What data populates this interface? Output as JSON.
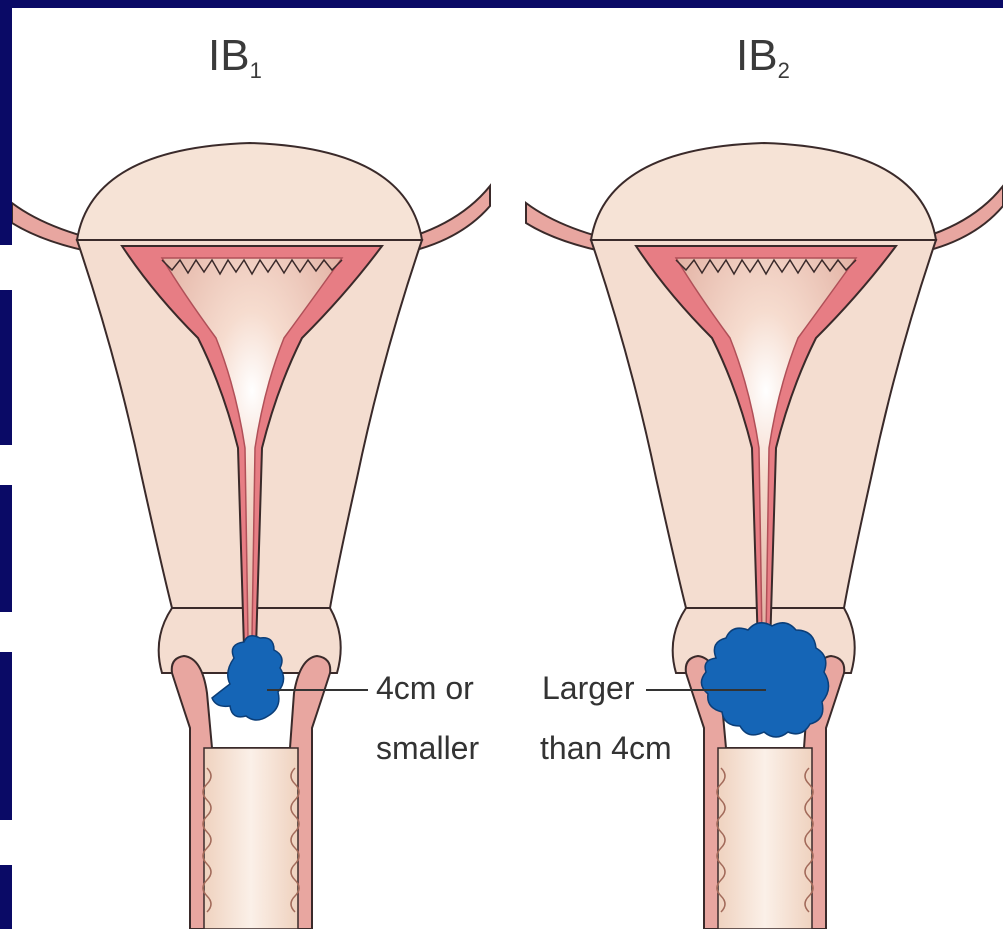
{
  "panels": [
    {
      "stage_main": "IB",
      "stage_sub": "1",
      "annotation": [
        "4cm or",
        "smaller"
      ]
    },
    {
      "stage_main": "IB",
      "stage_sub": "2",
      "annotation": [
        "Larger",
        "than 4cm"
      ]
    }
  ],
  "colors": {
    "slide_background": "#0a0a66",
    "canvas": "#ffffff",
    "uterus_fill": "#f4ddd0",
    "lining": "#e77d84",
    "tumor": "#1565b6",
    "outline": "#3a2a2a"
  }
}
